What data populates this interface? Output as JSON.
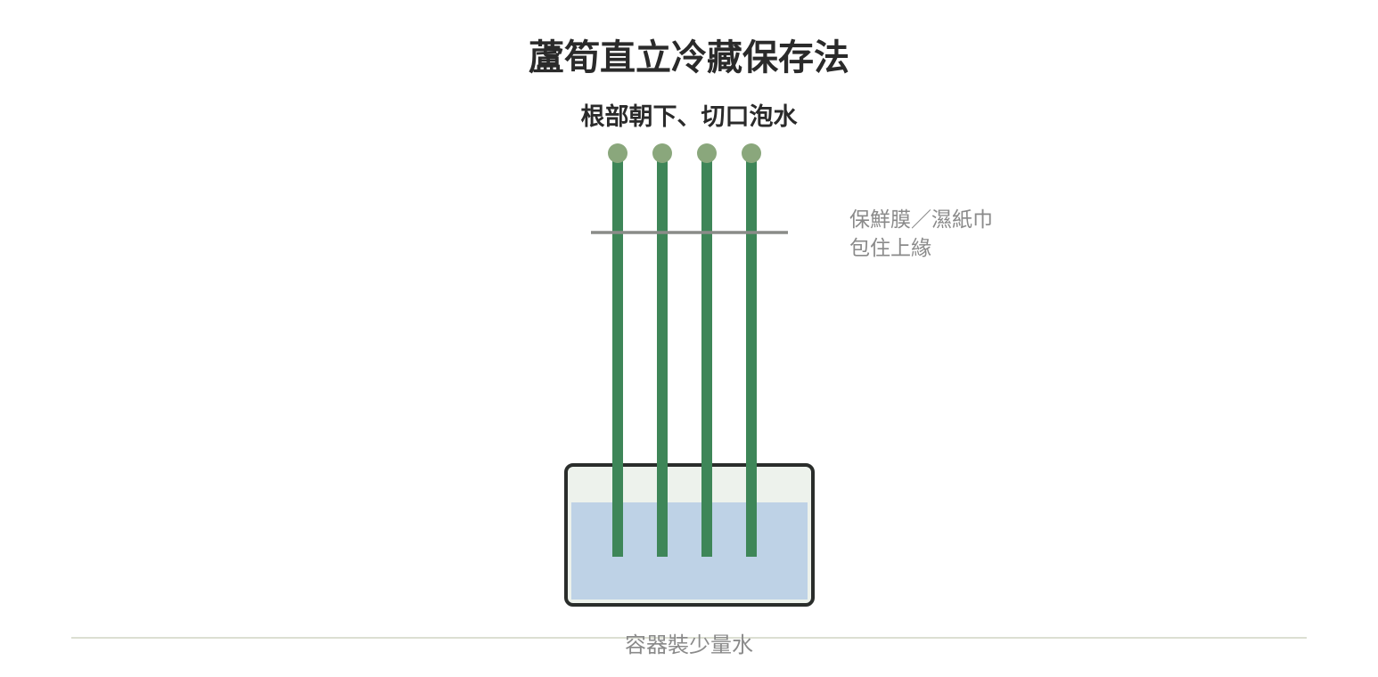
{
  "title": "蘆筍直立冷藏保存法",
  "subtitle": "根部朝下、切口泡水",
  "wrap_label": [
    "保鮮膜／濕紙巾",
    "包住上緣"
  ],
  "container_label": "容器裝少量水",
  "asparagus_count": 4,
  "colors": {
    "stalk": "#3e8658",
    "tip": "#8aa77c",
    "water": "#bed2e6",
    "container_fill": "#edf2ec",
    "container_border": "#2a2d2b",
    "wrap_line": "#8a8c88",
    "label_text": "#8a8a8a",
    "title_text": "#2a2a2a",
    "ground_line": "#dcdfd2"
  }
}
